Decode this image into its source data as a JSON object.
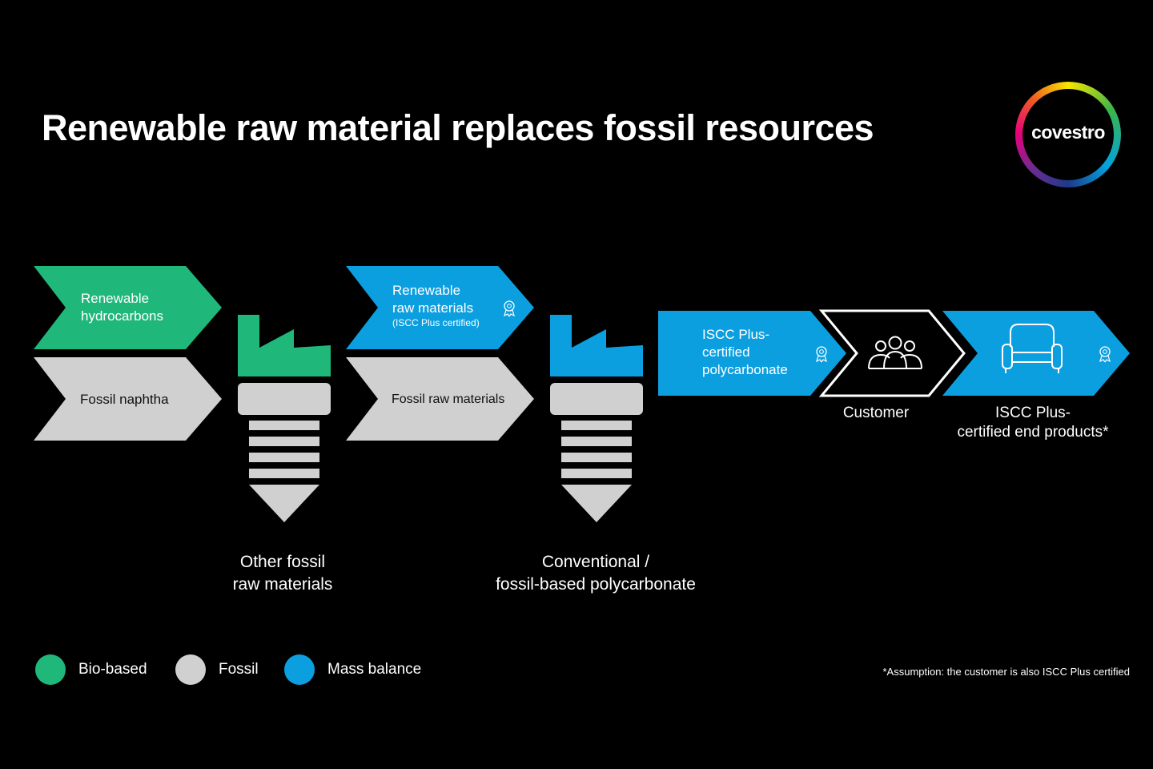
{
  "title": "Renewable raw material replaces fossil resources",
  "logo": {
    "text": "covestro"
  },
  "colors": {
    "bio_based": "#20b77a",
    "fossil": "#d0d0d0",
    "mass_balance": "#0c9fe0",
    "background": "#000000"
  },
  "flow": {
    "renewable_hydrocarbons": "Renewable\nhydrocarbons",
    "fossil_naphtha": "Fossil naphtha",
    "renewable_raw_materials": "Renewable\nraw materials",
    "renewable_raw_materials_note": "(ISCC Plus certified)",
    "fossil_raw_materials": "Fossil raw materials",
    "iscc_polycarbonate": "ISCC Plus-\ncertified\npolycarbonate",
    "customer": "Customer",
    "end_products": "ISCC Plus-\ncertified end products*"
  },
  "plants": {
    "plant1_caption": "Other fossil\nraw materials",
    "plant2_caption": "Conventional /\nfossil-based polycarbonate"
  },
  "icons": {
    "certificate": "certificate-ribbon-icon",
    "customer": "people-group-icon",
    "end_product": "armchair-icon",
    "plant": "factory-icon"
  },
  "legend": [
    {
      "label": "Bio-based",
      "color": "#20b77a"
    },
    {
      "label": "Fossil",
      "color": "#d0d0d0"
    },
    {
      "label": "Mass balance",
      "color": "#0c9fe0"
    }
  ],
  "footnote": "*Assumption: the customer is also ISCC Plus certified"
}
